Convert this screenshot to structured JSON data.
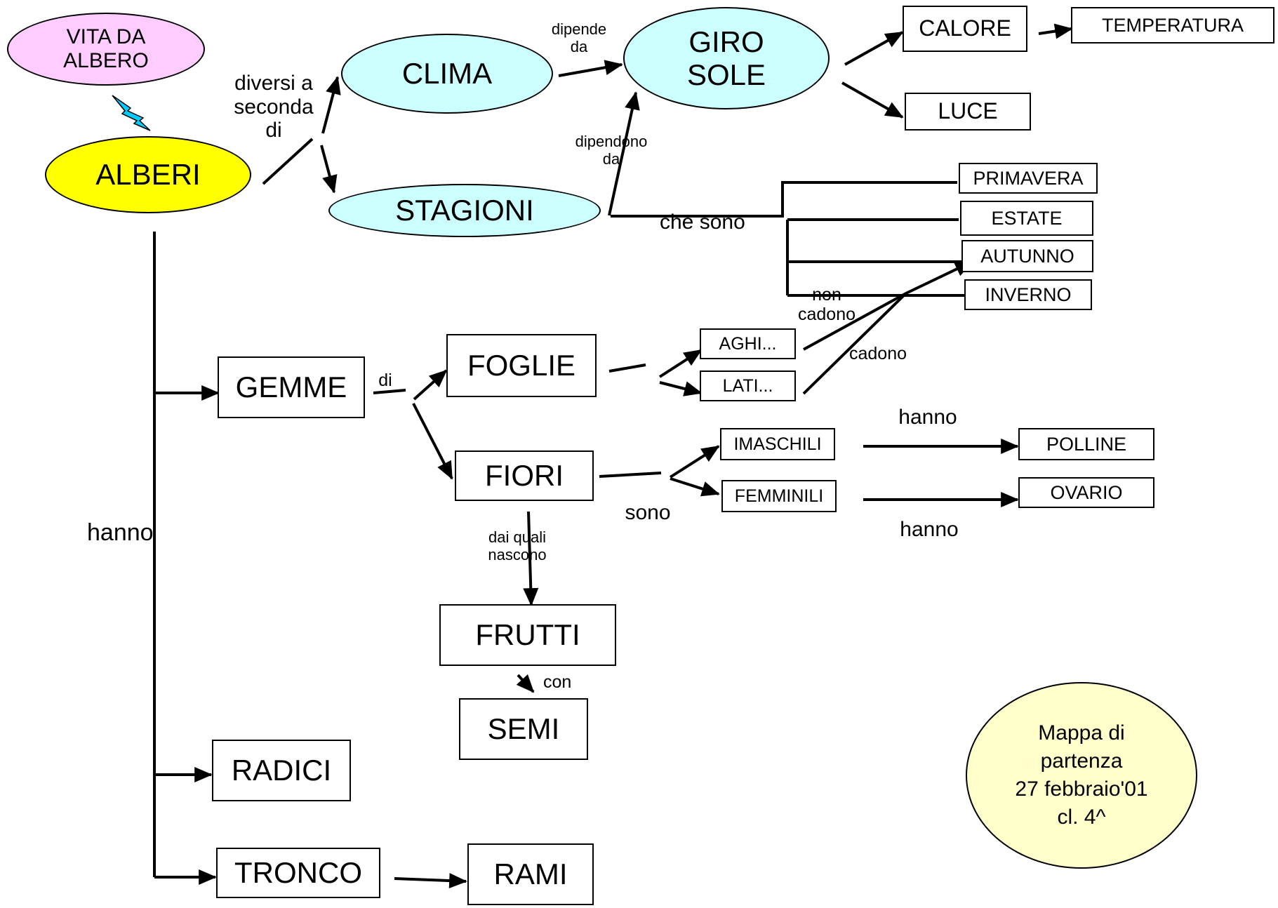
{
  "colors": {
    "vita": "#ffccff",
    "alberi": "#ffff00",
    "clima": "#ccffff",
    "note": "#ffffcc",
    "spark": "#00ccff",
    "stroke": "#000000"
  },
  "nodes": {
    "vita": "VITA DA\nALBERO",
    "alberi": "ALBERI",
    "clima": "CLIMA",
    "stagioni": "STAGIONI",
    "giro_sole": "GIRO\nSOLE",
    "calore": "CALORE",
    "temperatura": "TEMPERATURA",
    "luce": "LUCE",
    "primavera": "PRIMAVERA",
    "estate": "ESTATE",
    "autunno": "AUTUNNO",
    "inverno": "INVERNO",
    "gemme": "GEMME",
    "foglie": "FOGLIE",
    "aghi": "AGHI...",
    "lati": "LATI...",
    "fiori": "FIORI",
    "maschili": "IMASCHILI",
    "femminili": "FEMMINILI",
    "polline": "POLLINE",
    "ovario": "OVARIO",
    "frutti": "FRUTTI",
    "semi": "SEMI",
    "radici": "RADICI",
    "tronco": "TRONCO",
    "rami": "RAMI",
    "note": "Mappa di\npartenza\n27 febbraio'01\ncl. 4^"
  },
  "labels": {
    "diversi": "diversi a\nseconda\ndi",
    "dipende": "dipende\nda",
    "dipendono": "dipendono\nda",
    "che_sono": "che sono",
    "non_cadono": "non\ncadono",
    "cadono": "cadono",
    "di": "di",
    "hanno_main": "hanno",
    "hanno_polline": "hanno",
    "hanno_ovario": "hanno",
    "sono": "sono",
    "dai_quali": "dai quali\nnascono",
    "con": "con"
  }
}
